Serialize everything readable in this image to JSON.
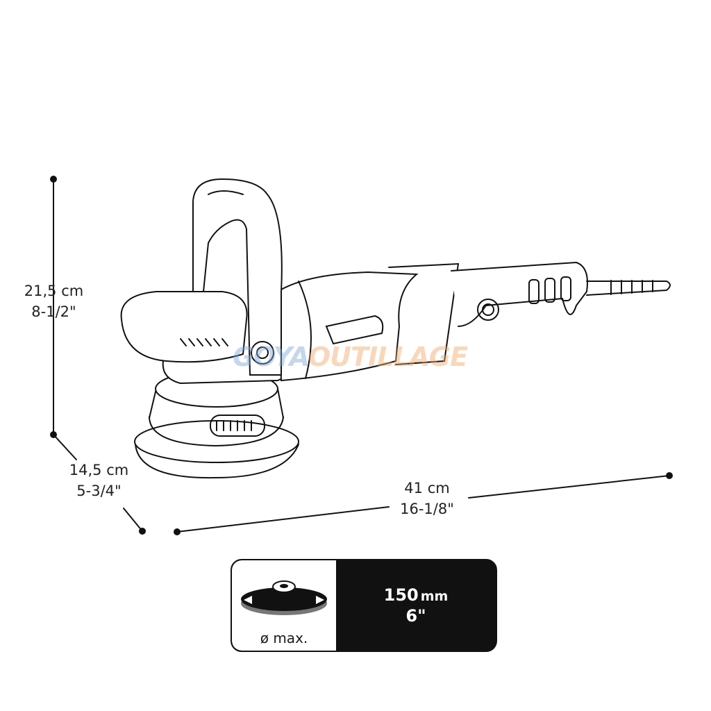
{
  "dimensions": {
    "height": {
      "metric": "21,5 cm",
      "imperial": "8-1/2\""
    },
    "depth": {
      "metric": "14,5 cm",
      "imperial": "5-3/4\""
    },
    "length": {
      "metric": "41 cm",
      "imperial": "16-1/8\""
    }
  },
  "pad_badge": {
    "caption": "ø max.",
    "size_metric_value": "150",
    "size_metric_unit": "mm",
    "size_imperial": "6\""
  },
  "watermark": {
    "part1": "GOYA",
    "part2": "OUTILLAGE"
  }
}
